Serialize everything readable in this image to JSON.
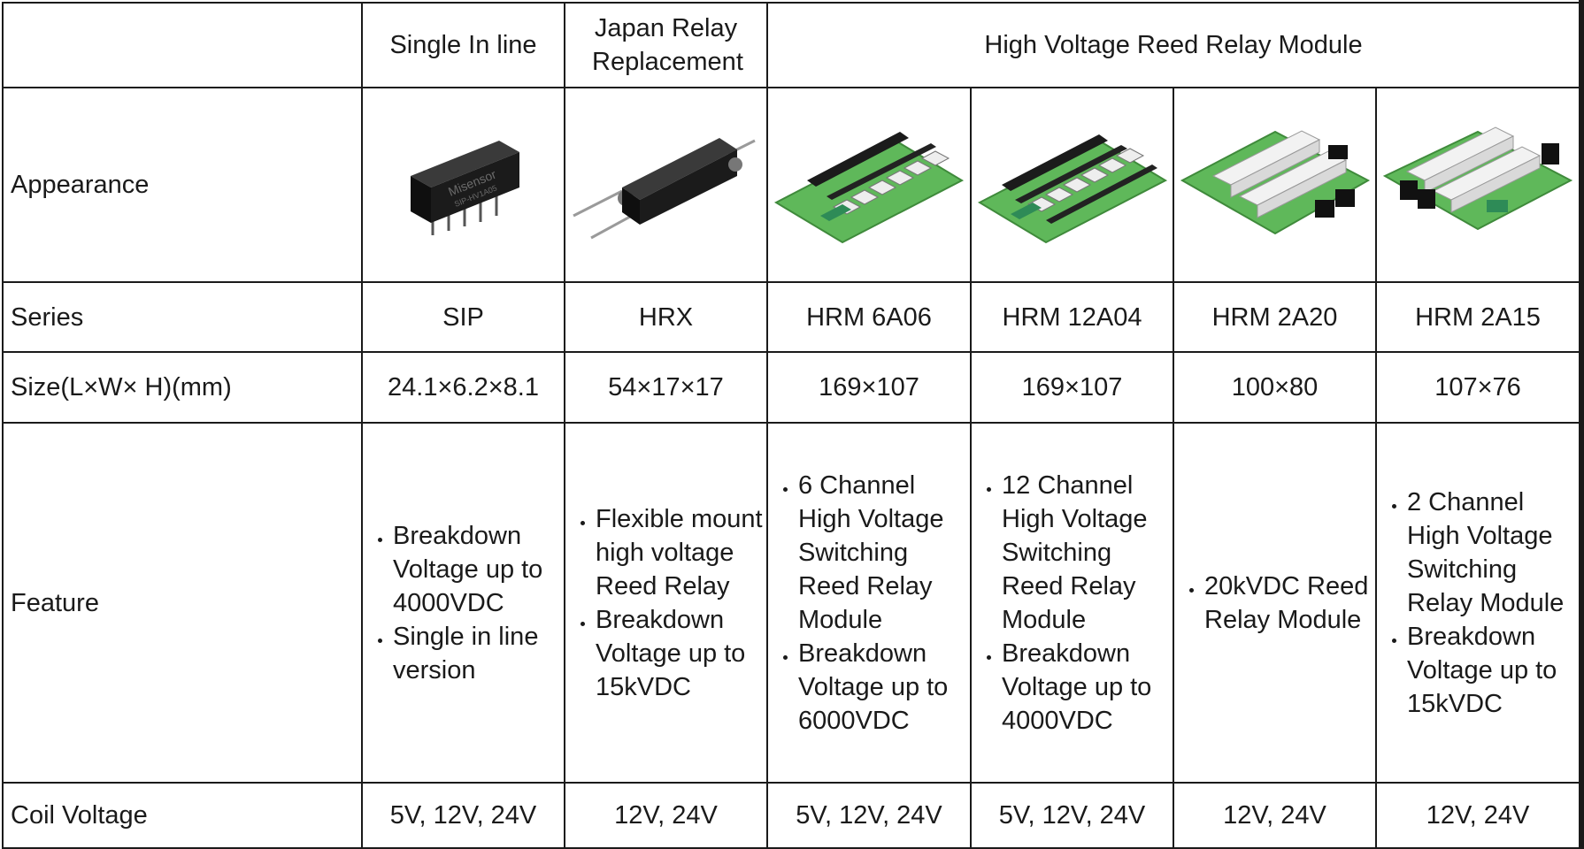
{
  "headers": {
    "corner": "",
    "single_in_line": "Single In line",
    "japan_relay": "Japan Relay Replacement",
    "hv_module": "High Voltage Reed Relay Module"
  },
  "rows": {
    "appearance": {
      "label": "Appearance"
    },
    "series": {
      "label": "Series",
      "values": [
        "SIP",
        "HRX",
        "HRM 6A06",
        "HRM 12A04",
        "HRM 2A20",
        "HRM 2A15"
      ]
    },
    "size": {
      "label": "Size(L×W× H)(mm)",
      "values": [
        "24.1×6.2×8.1",
        "54×17×17",
        "169×107",
        "169×107",
        "100×80",
        "107×76"
      ]
    },
    "feature": {
      "label": "Feature",
      "values": [
        [
          "Breakdown Voltage up to 4000VDC",
          "Single in line version"
        ],
        [
          "Flexible mount high voltage Reed Relay",
          "Breakdown Voltage up to 15kVDC"
        ],
        [
          "6 Channel High Voltage Switching Reed Relay Module",
          "Breakdown Voltage up to 6000VDC"
        ],
        [
          "12 Channel High Voltage Switching Reed Relay Module",
          "Breakdown Voltage up to 4000VDC"
        ],
        [
          "20kVDC Reed Relay Module"
        ],
        [
          "2 Channel High Voltage Switching Relay Module",
          "Breakdown Voltage up to 15kVDC"
        ]
      ]
    },
    "coil": {
      "label": "Coil Voltage",
      "values": [
        "5V, 12V, 24V",
        "12V, 24V",
        "5V, 12V, 24V",
        "5V, 12V, 24V",
        "12V, 24V",
        "12V, 24V"
      ]
    }
  },
  "images": [
    {
      "icon": "sip-relay-image",
      "brand_text": "Misensor",
      "part_text": "SIP-HV1A05"
    },
    {
      "icon": "hrx-relay-image"
    },
    {
      "icon": "hrm-6a06-module-image"
    },
    {
      "icon": "hrm-12a04-module-image"
    },
    {
      "icon": "hrm-2a20-module-image"
    },
    {
      "icon": "hrm-2a15-module-image"
    }
  ],
  "colors": {
    "pcb_green": "#5fb85a",
    "relay_black": "#1b1b1b",
    "border": "#1a1a1a"
  }
}
